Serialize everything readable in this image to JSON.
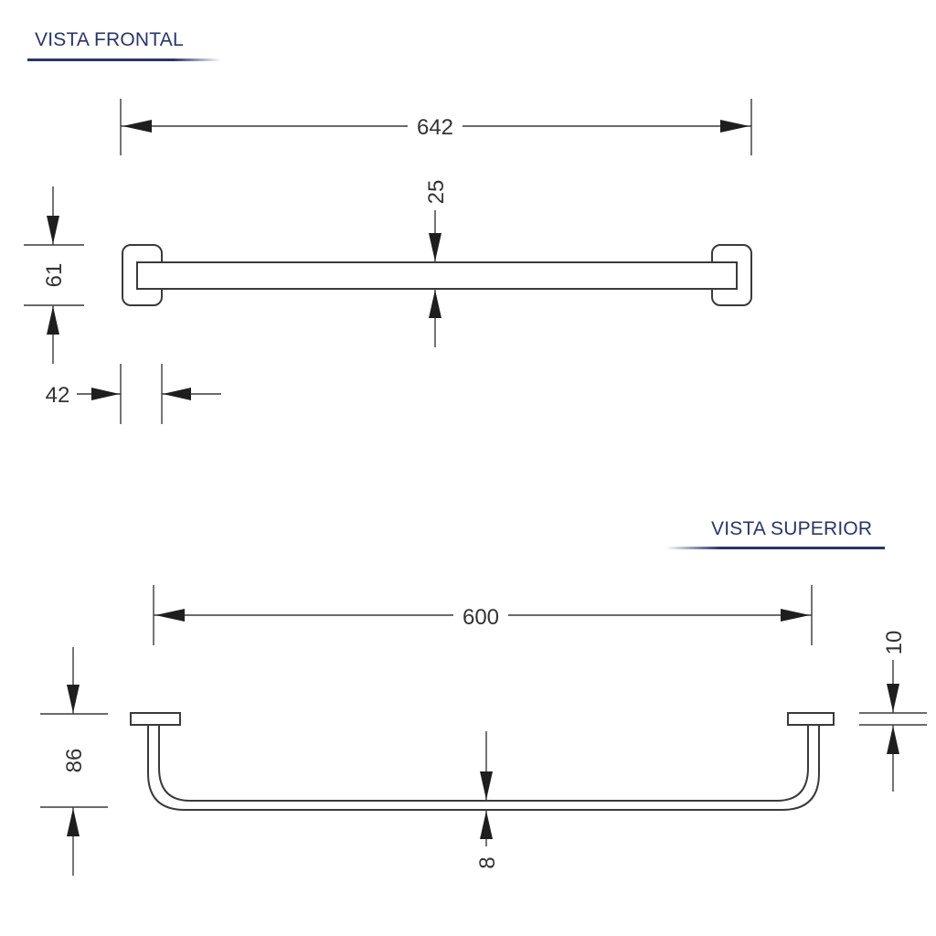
{
  "views": {
    "front": {
      "label": "VISTA FRONTAL",
      "underline_color": "#2a3566"
    },
    "top": {
      "label": "VISTA SUPERIOR",
      "underline_color": "#2a3566"
    }
  },
  "dimensions": {
    "front_overall_length": "642",
    "front_bar_height": "25",
    "front_mount_height": "61",
    "front_mount_width": "42",
    "top_bar_length": "600",
    "top_projection": "86",
    "top_bar_diameter": "8",
    "top_flange_thickness": "10"
  },
  "colors": {
    "line": "#3a3a3a",
    "label": "#2a3566"
  }
}
